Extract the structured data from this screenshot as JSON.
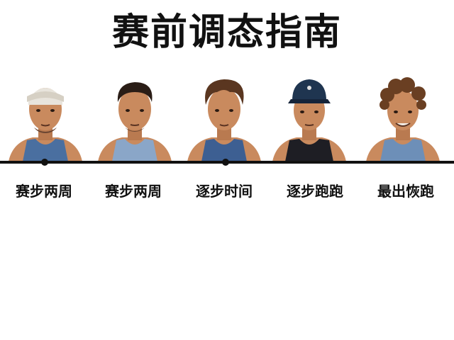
{
  "header": {
    "title": "赛前调态指南"
  },
  "stages": [
    {
      "label": "赛步两周",
      "portrait": "runner-portrait-headband",
      "icon": "athlete-portrait-icon"
    },
    {
      "label": "赛步两周",
      "portrait": "runner-portrait-short-hair",
      "icon": "athlete-portrait-icon"
    },
    {
      "label": "逐步时间",
      "portrait": "runner-portrait-wavy-hair",
      "icon": "athlete-portrait-icon"
    },
    {
      "label": "逐步跑跑",
      "portrait": "runner-portrait-cap",
      "icon": "athlete-portrait-icon"
    },
    {
      "label": "最出恢跑",
      "portrait": "runner-portrait-curly-hair",
      "icon": "athlete-portrait-icon"
    }
  ],
  "colors": {
    "text": "#111111",
    "skin": "#c98a5e",
    "skin_shadow": "#9c6340",
    "tank": "#4a6fa0",
    "tank_dark": "#1e1e24",
    "headband": "#e8e4dc",
    "cap": "#1f3550"
  }
}
